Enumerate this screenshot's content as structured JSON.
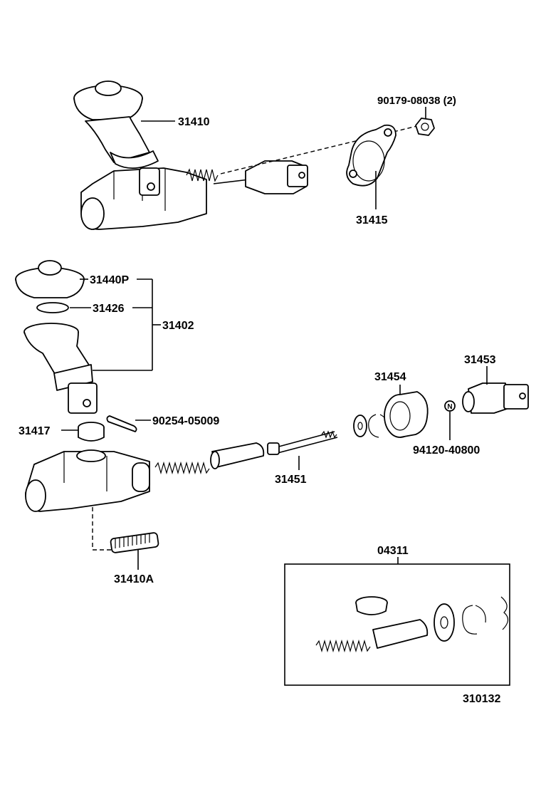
{
  "labels": {
    "p31410": "31410",
    "p90179": "90179-08038 (2)",
    "p31415": "31415",
    "p31440P": "31440P",
    "p31426": "31426",
    "p31402": "31402",
    "p90254": "90254-05009",
    "p31417": "31417",
    "p31454": "31454",
    "p31453": "31453",
    "p94120": "94120-40800",
    "p31451": "31451",
    "p31410A": "31410A",
    "p04311": "04311",
    "figure_code": "310132"
  },
  "glyphs": {
    "n_badge": "N"
  }
}
